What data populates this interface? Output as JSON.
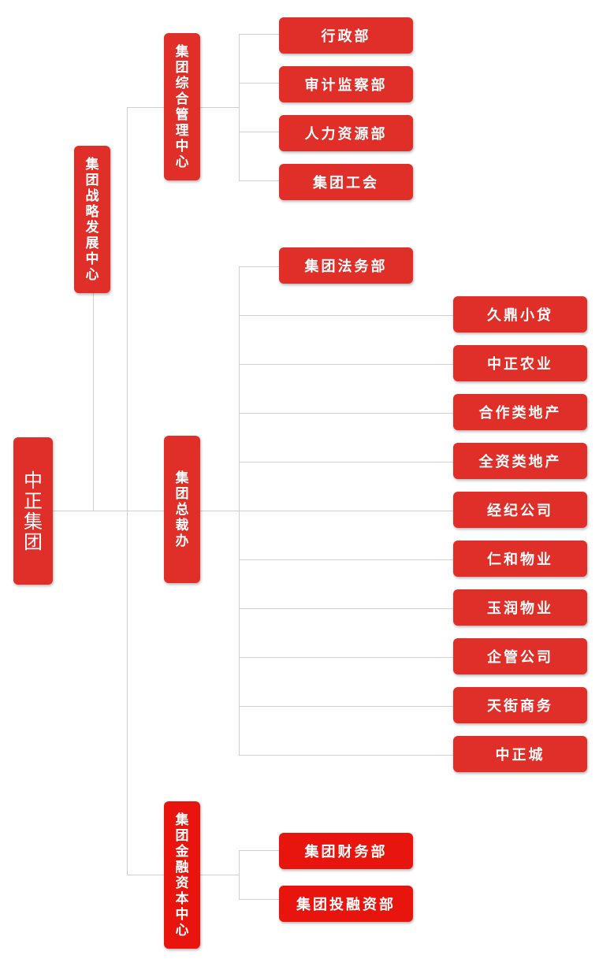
{
  "root": {
    "label": "中正集团"
  },
  "level1": [
    {
      "id": "strategy",
      "label": "集团战略发展中心"
    }
  ],
  "level2": [
    {
      "id": "admin-center",
      "label": "集团综合管理中心",
      "children": [
        "行政部",
        "审计监察部",
        "人力资源部",
        "集团工会"
      ]
    },
    {
      "id": "president-office",
      "label": "集团总裁办",
      "children": [
        "集团法务部"
      ],
      "subsidiaries": [
        "久鼎小贷",
        "中正农业",
        "合作类地产",
        "全资类地产",
        "经纪公司",
        "仁和物业",
        "玉润物业",
        "企管公司",
        "天街商务",
        "中正城"
      ]
    },
    {
      "id": "finance-center",
      "label": "集团金融资本中心",
      "children": [
        "集团财务部",
        "集团投融资部"
      ]
    }
  ],
  "colors": {
    "box": "#e02e28",
    "box_dark": "#e8150f",
    "line": "#cfcfcf",
    "text": "#ffffff"
  }
}
